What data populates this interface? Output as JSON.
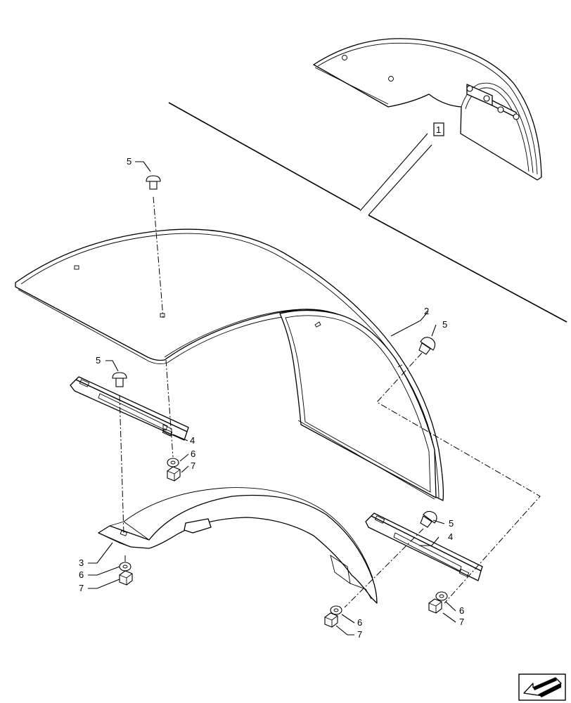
{
  "callouts": {
    "ref_box": "1",
    "fender": "2",
    "support_bracket": "3",
    "strap_left": "4",
    "strap_right": "4",
    "bolt_top": "5",
    "bolt_left": "5",
    "bolt_right_upper": "5",
    "bolt_right_lower": "5",
    "washer_left_strap": "6",
    "washer_bracket": "6",
    "washer_lower_mid": "6",
    "washer_lower_right": "6",
    "nut_left_strap": "7",
    "nut_bracket": "7",
    "nut_lower_mid": "7",
    "nut_lower_right": "7"
  },
  "icons": {
    "orientation": "arrow-icon"
  }
}
